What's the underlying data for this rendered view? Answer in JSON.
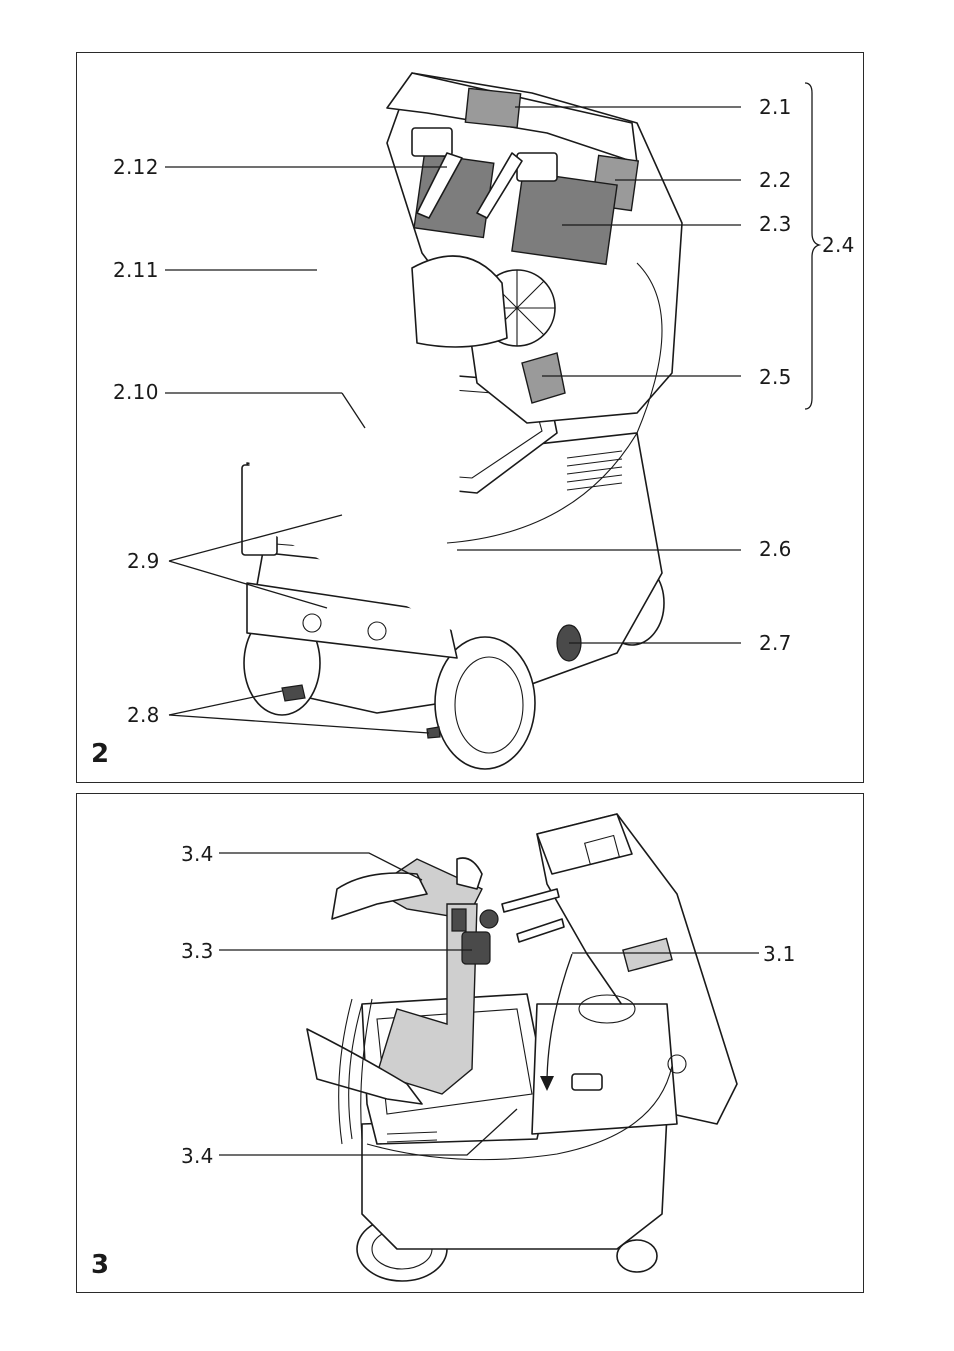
{
  "figure2": {
    "number": "2",
    "labels": {
      "l2_1": "2.1",
      "l2_2": "2.2",
      "l2_3": "2.3",
      "l2_4": "2.4",
      "l2_5": "2.5",
      "l2_6": "2.6",
      "l2_7": "2.7",
      "l2_8": "2.8",
      "l2_9": "2.9",
      "l2_10": "2.10",
      "l2_11": "2.11",
      "l2_12": "2.12"
    }
  },
  "figure3": {
    "number": "3",
    "labels": {
      "l3_4a": "3.4",
      "l3_3": "3.3",
      "l3_1": "3.1",
      "l3_4b": "3.4"
    }
  }
}
